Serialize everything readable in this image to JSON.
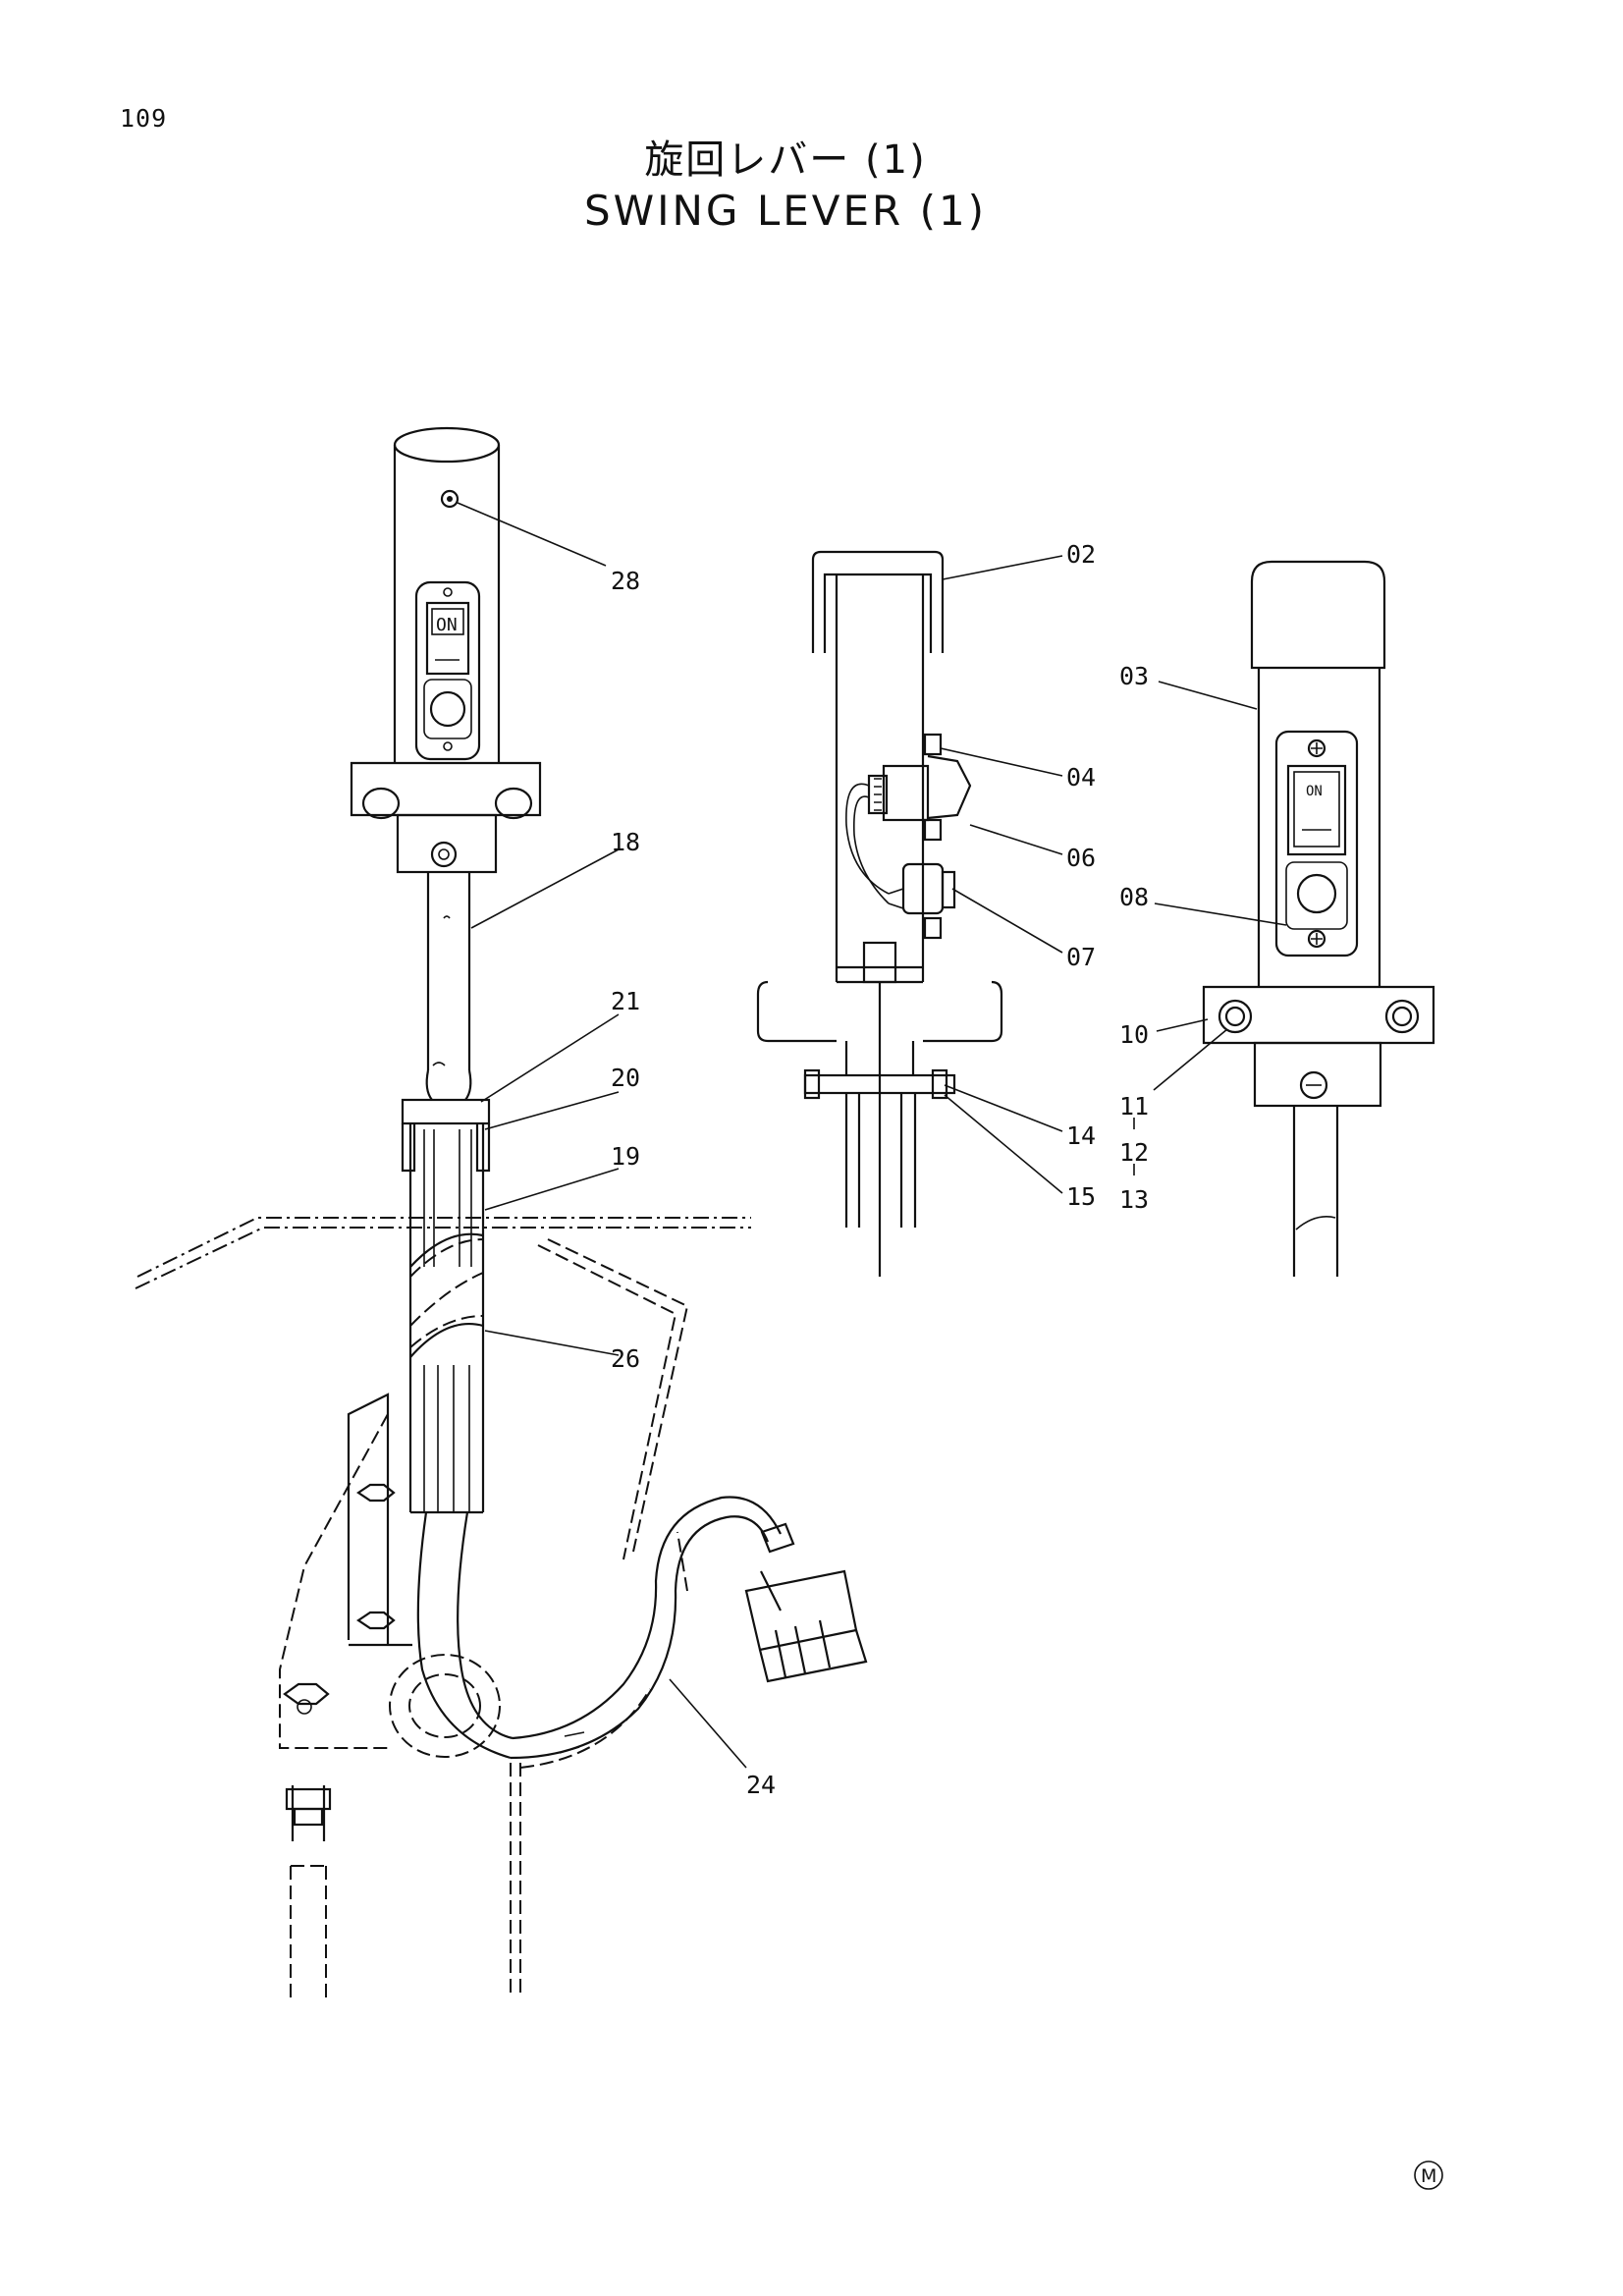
{
  "page_number": "109",
  "title": {
    "japanese": "旋回レバー (1)",
    "english": "SWING LEVER (1)"
  },
  "switch_text": "ON",
  "part_labels": {
    "p02": "02",
    "p03": "03",
    "p04": "04",
    "p06": "06",
    "p07": "07",
    "p08": "08",
    "p10": "10",
    "p11": "11",
    "p12": "12",
    "p13": "13",
    "p14": "14",
    "p15": "15",
    "p18": "18",
    "p19": "19",
    "p20": "20",
    "p21": "21",
    "p24": "24",
    "p26": "26",
    "p28": "28"
  },
  "corner_mark": "M"
}
